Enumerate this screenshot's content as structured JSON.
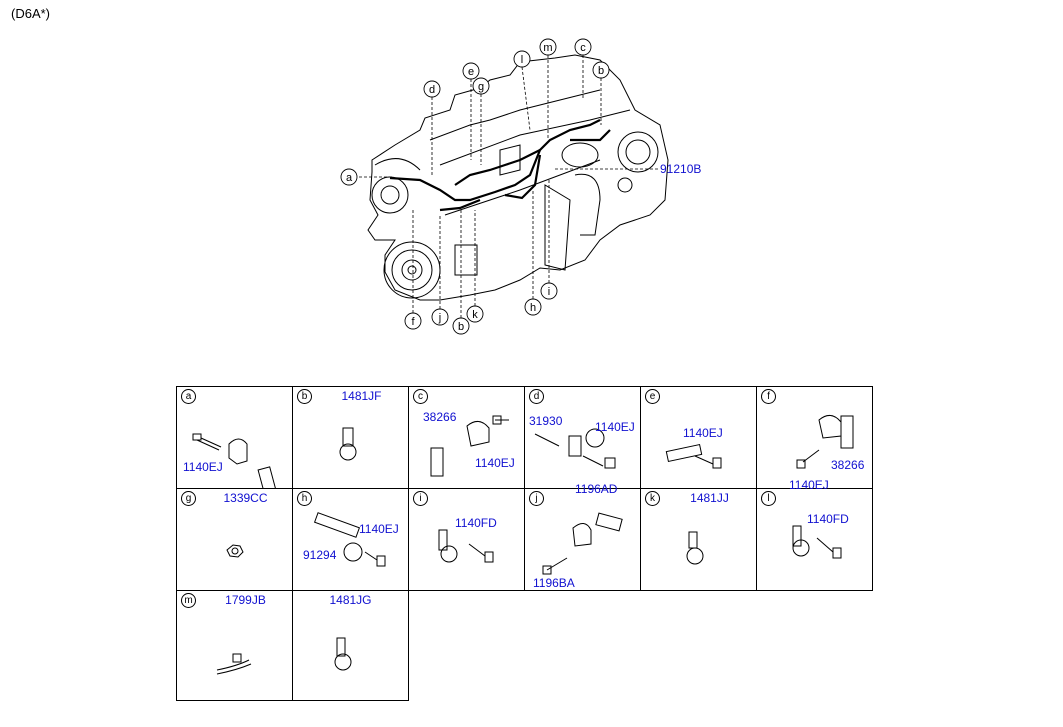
{
  "title": "(D6A*)",
  "main_part_number": "91210B",
  "callouts": {
    "a": "a",
    "b": "b",
    "c": "c",
    "d": "d",
    "e": "e",
    "f": "f",
    "g": "g",
    "h": "h",
    "i": "i",
    "j": "j",
    "k": "k",
    "l": "l",
    "m": "m"
  },
  "table": {
    "a": {
      "letter": "a",
      "header_part": "",
      "labels": [
        "1140EJ"
      ]
    },
    "b": {
      "letter": "b",
      "header_part": "1481JF",
      "labels": []
    },
    "c": {
      "letter": "c",
      "header_part": "",
      "labels": [
        "38266",
        "1140EJ"
      ]
    },
    "d": {
      "letter": "d",
      "header_part": "",
      "labels": [
        "31930",
        "1140EJ",
        "1196AD"
      ]
    },
    "e": {
      "letter": "e",
      "header_part": "",
      "labels": [
        "1140EJ"
      ]
    },
    "f": {
      "letter": "f",
      "header_part": "",
      "labels": [
        "38266",
        "1140EJ"
      ]
    },
    "g": {
      "letter": "g",
      "header_part": "1339CC",
      "labels": []
    },
    "h": {
      "letter": "h",
      "header_part": "",
      "labels": [
        "1140EJ",
        "91294"
      ]
    },
    "i": {
      "letter": "i",
      "header_part": "",
      "labels": [
        "1140FD"
      ]
    },
    "j": {
      "letter": "j",
      "header_part": "",
      "labels": [
        "1196BA"
      ]
    },
    "k": {
      "letter": "k",
      "header_part": "1481JJ",
      "labels": []
    },
    "l": {
      "letter": "l",
      "header_part": "",
      "labels": [
        "1140FD"
      ]
    },
    "m": {
      "letter": "m",
      "header_part": "1799JB",
      "labels": []
    },
    "n": {
      "letter": "",
      "header_part": "1481JG",
      "labels": []
    }
  }
}
